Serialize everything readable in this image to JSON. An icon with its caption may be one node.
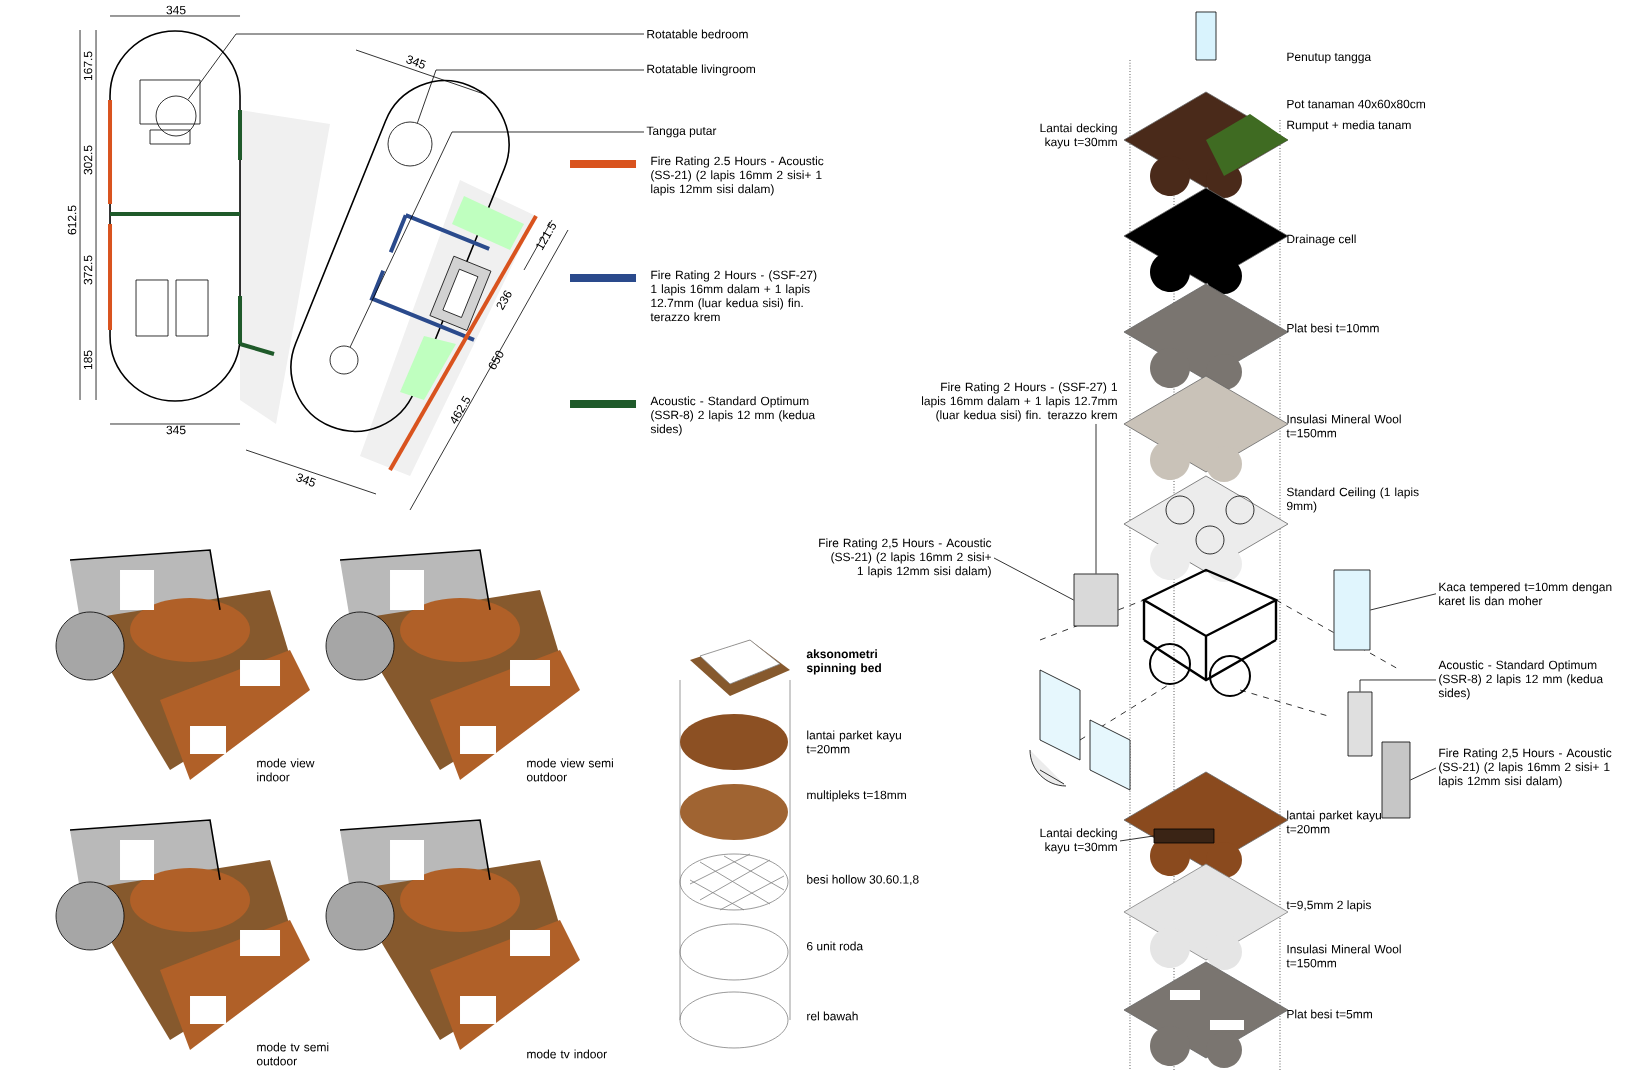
{
  "diagram": {
    "nodes": [
      {
        "text": [
          "Rotatable bedroom"
        ]
      },
      {
        "text": [
          "Rotatable livingroom"
        ]
      },
      {
        "text": [
          "Tangga putar"
        ]
      },
      {
        "text": [],
        "shape": "circle"
      },
      {
        "text": [],
        "shape": "circle"
      },
      {
        "text": [],
        "shape": "circle"
      },
      {
        "text": [
          "Fire Rating 2 Hours - (SSF-27) 1 lapis 16mm dalam + 1 lapis 12.7mm (luar kedua sisi) fin. terazzo krem"
        ]
      },
      {
        "text": [],
        "shape": "box"
      },
      {
        "text": [
          "Fire Rating 2,5 Hours - Acoustic (SS-21) (2 lapis 16mm 2 sisi+ 1 lapis 12mm sisi dalam)"
        ]
      },
      {
        "text": [
          "Kaca tempered t=10mm dengan karet lis dan moher"
        ]
      },
      {
        "text": [],
        "shape": "box"
      },
      {
        "text": [
          "Acoustic - Standard Optimum (SSR-8) 2 lapis 12 mm (kedua sides)"
        ]
      },
      {
        "text": [],
        "shape": "box"
      },
      {
        "text": [
          "Fire Rating 2,5 Hours - Acoustic (SS-21) (2 lapis 16mm 2 sisi+ 1 lapis 12mm sisi dalam)"
        ]
      },
      {
        "text": [],
        "shape": "box"
      },
      {
        "text": [
          "Lantai decking kayu t=30mm"
        ]
      },
      {
        "text": [],
        "shape": "box"
      }
    ],
    "edges": [
      {
        "from": 0,
        "to": 3,
        "arrow": "none"
      },
      {
        "from": 1,
        "to": 4,
        "arrow": "none"
      },
      {
        "from": 2,
        "to": 5,
        "arrow": "none"
      },
      {
        "from": 6,
        "to": 7,
        "arrow": "none"
      },
      {
        "from": 8,
        "to": 7,
        "arrow": "none"
      },
      {
        "from": 9,
        "to": 10,
        "arrow": "none"
      },
      {
        "from": 11,
        "to": 12,
        "arrow": "none"
      },
      {
        "from": 13,
        "to": 14,
        "arrow": "none"
      },
      {
        "from": 15,
        "to": 16,
        "arrow": "none"
      }
    ],
    "labels": [
      "345",
      "167.5",
      "302.5",
      "612.5",
      "372.5",
      "185",
      "345",
      "345",
      "345",
      "121.5",
      "236",
      "650",
      "462.5",
      "Penutup tangga",
      "Pot tanaman 40x60x80cm",
      "Rumput + media tanam",
      "Lantai decking kayu t=30mm",
      "Drainage cell",
      "Plat besi t=10mm",
      "Insulasi Mineral Wool t=150mm",
      "Standard Ceiling (1 lapis 9mm)",
      "lantai parket kayu t=20mm",
      "t=9,5mm 2 lapis",
      "Insulasi Mineral Wool t=150mm",
      "Plat besi t=5mm",
      "mode view indoor",
      "mode view semi outdoor",
      "mode tv semi outdoor",
      "mode tv indoor",
      "aksonometri spinning bed",
      "lantai parket kayu t=20mm",
      "multipleks t=18mm",
      "besi hollow 30.60.1,8",
      "6 unit roda",
      "rel bawah"
    ],
    "legend": [
      {
        "text": "Fire Rating 2.5 Hours - Acoustic (SS-21) (2 lapis 16mm 2 sisi+ 1 lapis 12mm sisi dalam)",
        "color": "#d9531e"
      },
      {
        "text": "Fire Rating 2 Hours - (SSF-27) 1 lapis 16mm dalam + 1 lapis 12.7mm (luar kedua sisi) fin. terazzo krem",
        "color": "#2a4a8c"
      },
      {
        "text": "Acoustic - Standard Optimum (SSR-8) 2 lapis 12 mm (kedua sides)",
        "color": "#1f5a2a"
      }
    ]
  }
}
